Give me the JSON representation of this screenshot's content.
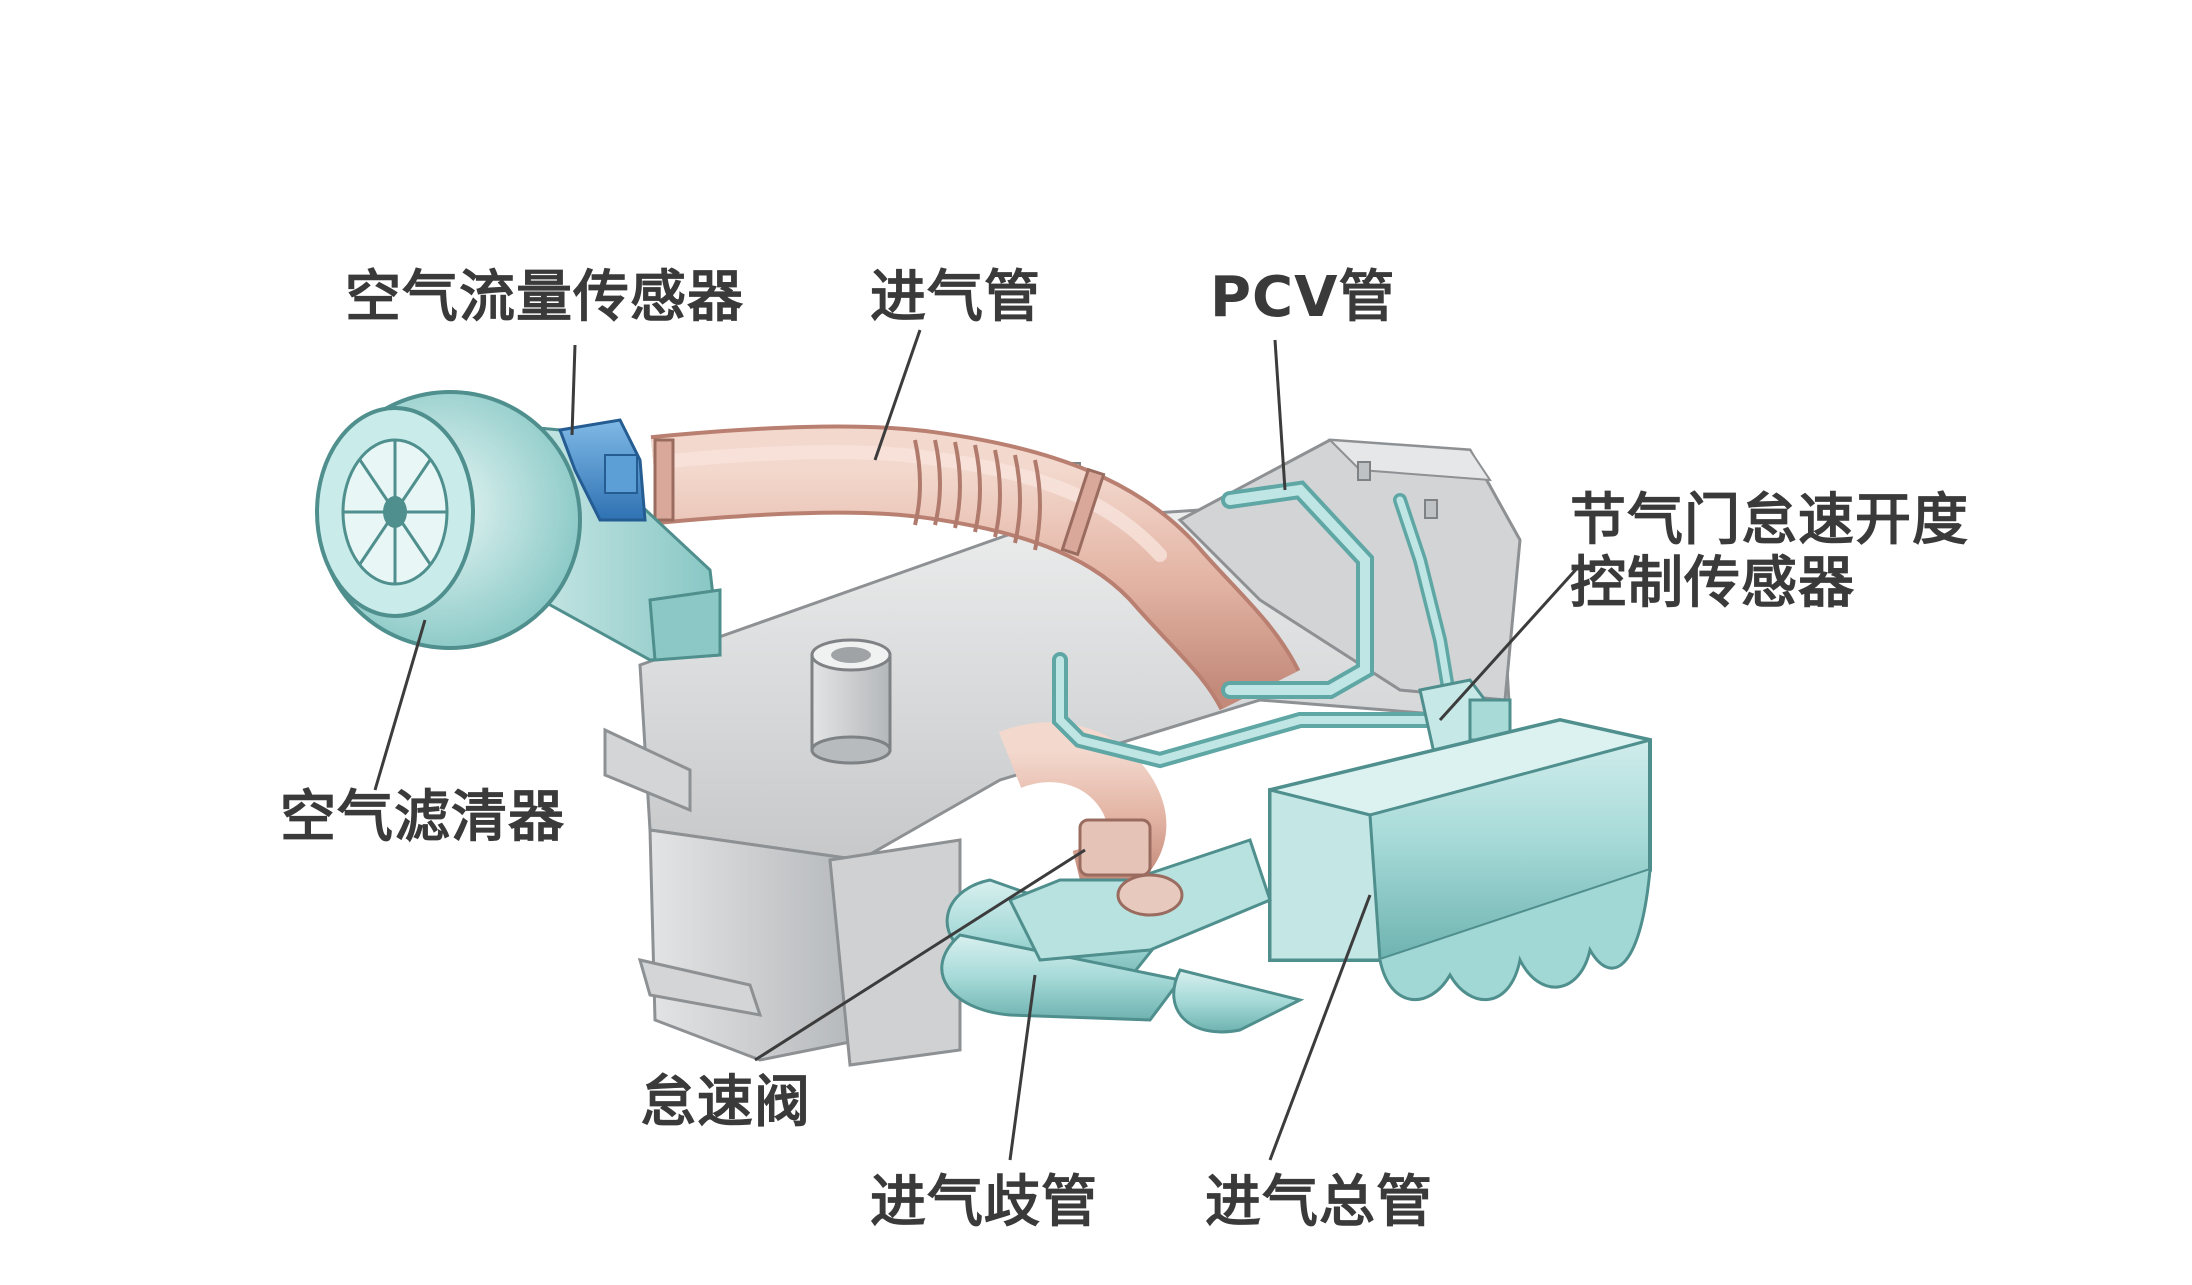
{
  "labels": {
    "maf_sensor": "空气流量传感器",
    "intake_pipe": "进气管",
    "pcv_pipe": "PCV管",
    "throttle_sensor_line1": "节气门怠速开度",
    "throttle_sensor_line2": "控制传感器",
    "air_filter": "空气滤清器",
    "idle_valve": "怠速阀",
    "intake_manifold": "进气歧管",
    "intake_plenum": "进气总管"
  },
  "colors": {
    "background": "#ffffff",
    "label_text": "#3a3a3a",
    "leader_line": "#3c3c3c",
    "engine_gray": "#d9dadb",
    "engine_gray_dark": "#a9acaf",
    "pipe_pink": "#e4b9aa",
    "pipe_pink_dark": "#c89384",
    "teal": "#a9dcda",
    "teal_dark": "#5fa7a5",
    "sensor_blue": "#3e88c8"
  }
}
